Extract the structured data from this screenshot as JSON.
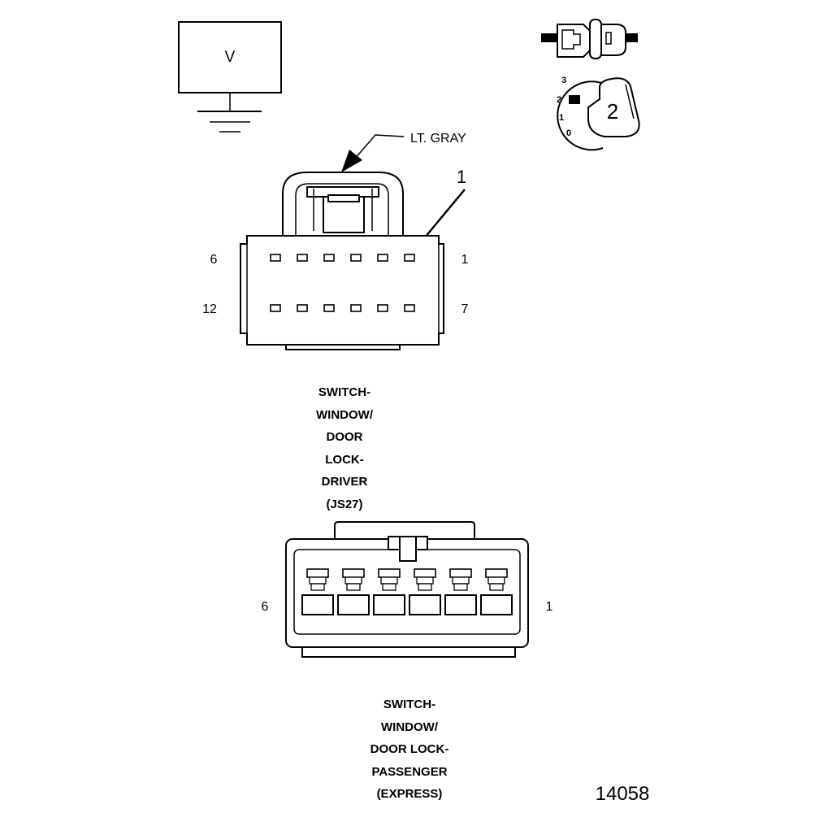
{
  "ground_box": {
    "label": "V"
  },
  "connector_color_callout": "LT. GRAY",
  "pin_callout": "1",
  "driver_connector": {
    "pin_labels": {
      "top_left": "6",
      "top_right": "1",
      "bottom_left": "12",
      "bottom_right": "7"
    },
    "caption_lines": [
      "SWITCH-",
      "WINDOW/",
      "DOOR",
      "LOCK-",
      "DRIVER",
      "(JS27)"
    ]
  },
  "passenger_connector": {
    "pin_labels": {
      "left": "6",
      "right": "1"
    },
    "caption_lines": [
      "SWITCH-",
      "WINDOW/",
      "DOOR LOCK-",
      "PASSENGER",
      "(EXPRESS)"
    ]
  },
  "key_dial": {
    "positions": [
      "3",
      "2",
      "1",
      "0"
    ],
    "key_number": "2"
  },
  "figure_number": "14058"
}
